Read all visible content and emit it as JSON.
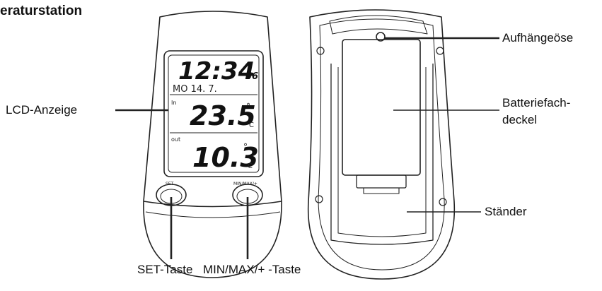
{
  "title": "eraturstation",
  "labels": {
    "lcd": "LCD-Anzeige",
    "set": "SET-Taste",
    "minmax": "MIN/MAX/+ -Taste",
    "hook": "Aufhängeöse",
    "battery_line1": "Batteriefach-",
    "battery_line2": "deckel",
    "stand": "Ständer"
  },
  "display": {
    "time": "12:34",
    "seconds": "56",
    "date_row": "MO 14. 7.",
    "indoor_tag": "In",
    "indoor_temp": "23.5",
    "outdoor_tag": "out",
    "outdoor_temp": "10.3",
    "degree": "°",
    "unit": "C",
    "set_button_text": "SET",
    "minmax_button_text": "MIN/MAX/+"
  },
  "colors": {
    "line": "#222222",
    "background": "#ffffff"
  }
}
